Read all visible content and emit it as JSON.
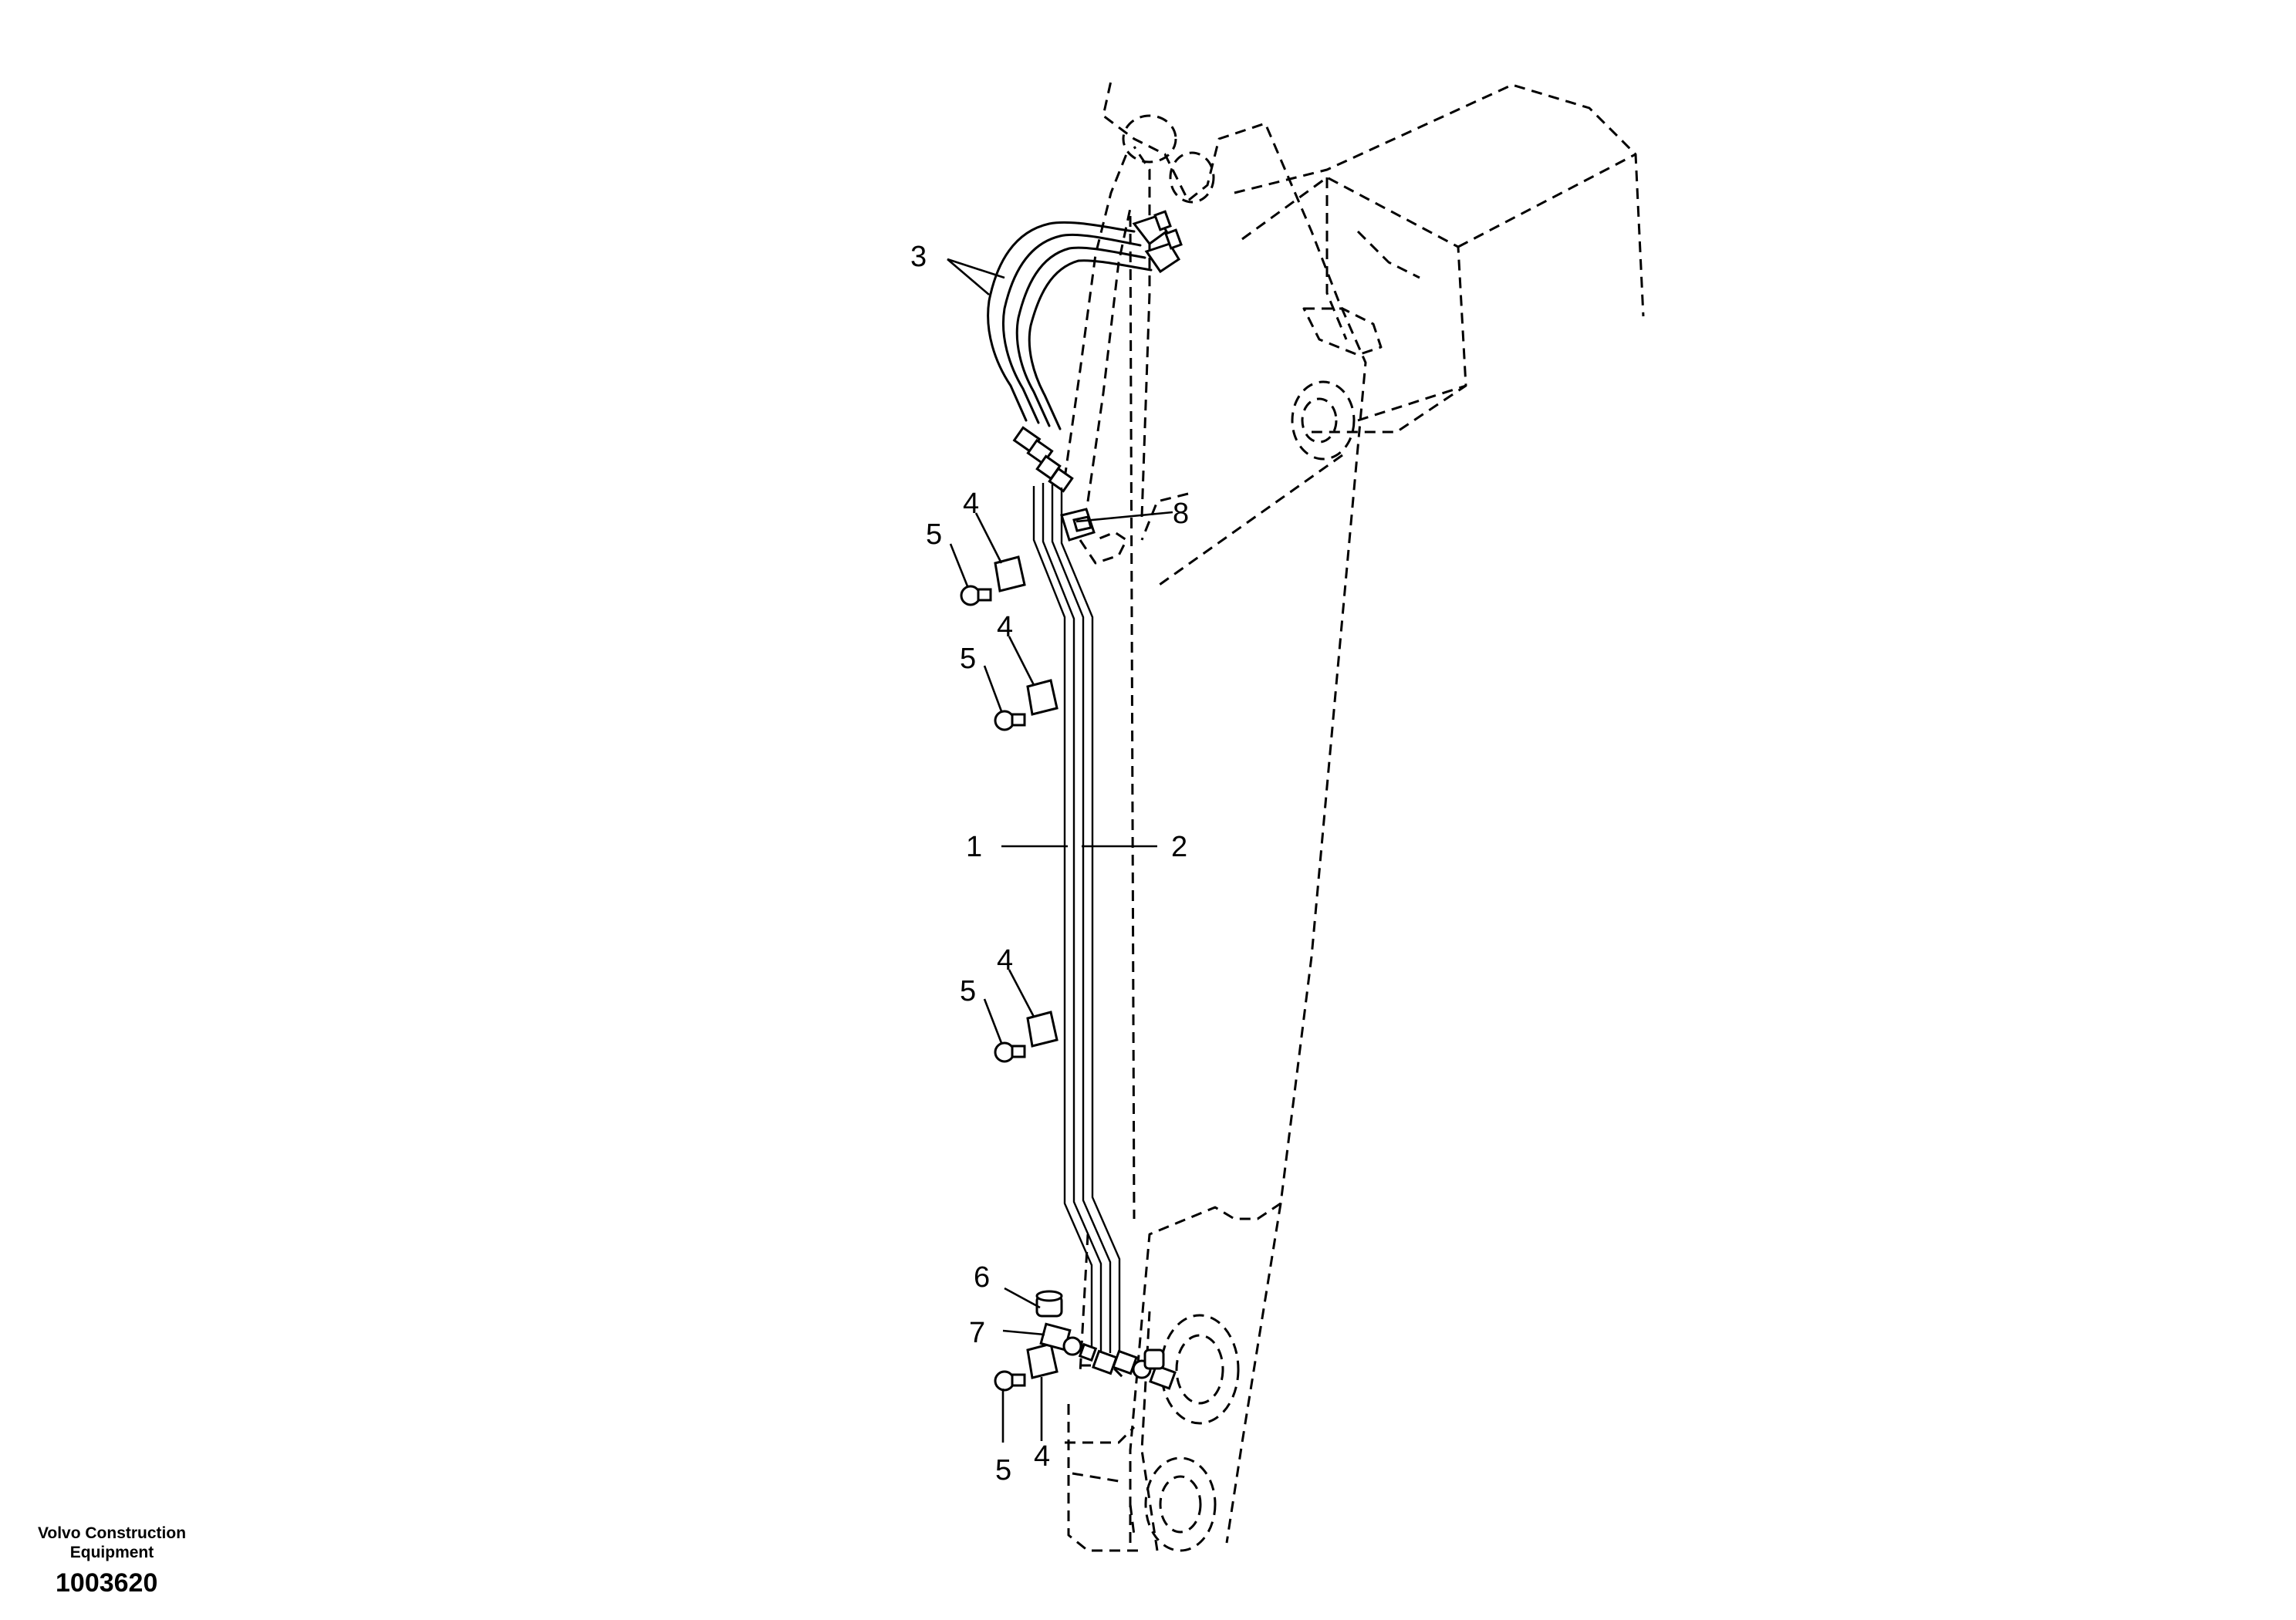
{
  "brand": {
    "line1": "Volvo Construction",
    "line2": "Equipment"
  },
  "drawing_number": "1003620",
  "callouts": {
    "c1": "1",
    "c2": "2",
    "c3": "3",
    "c4a": "4",
    "c4b": "4",
    "c4c": "4",
    "c4d": "4",
    "c5a": "5",
    "c5b": "5",
    "c5c": "5",
    "c5d": "5",
    "c6": "6",
    "c7": "7",
    "c8": "8"
  }
}
